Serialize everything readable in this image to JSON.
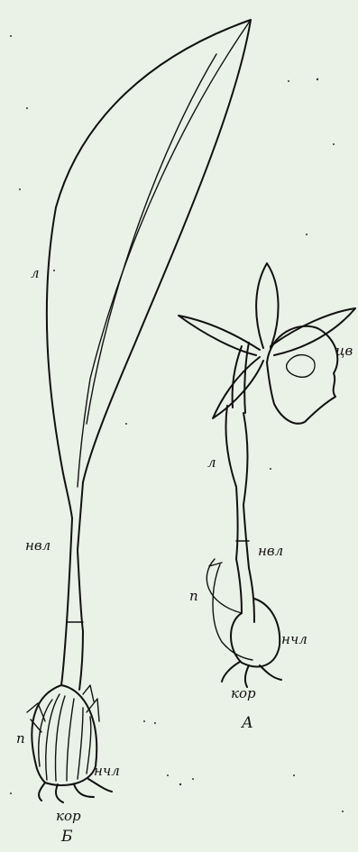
{
  "labels_b": {
    "leaf": "л",
    "stem": "нвл",
    "pseudobulb": "п",
    "lower_leaves": "нчл",
    "root": "кор",
    "plant_letter": "Б"
  },
  "labels_a": {
    "flower": "цв",
    "leaf": "л",
    "stem": "нвл",
    "pseudobulb": "п",
    "lower_leaves": "нчл",
    "root": "кор",
    "plant_letter": "А"
  }
}
